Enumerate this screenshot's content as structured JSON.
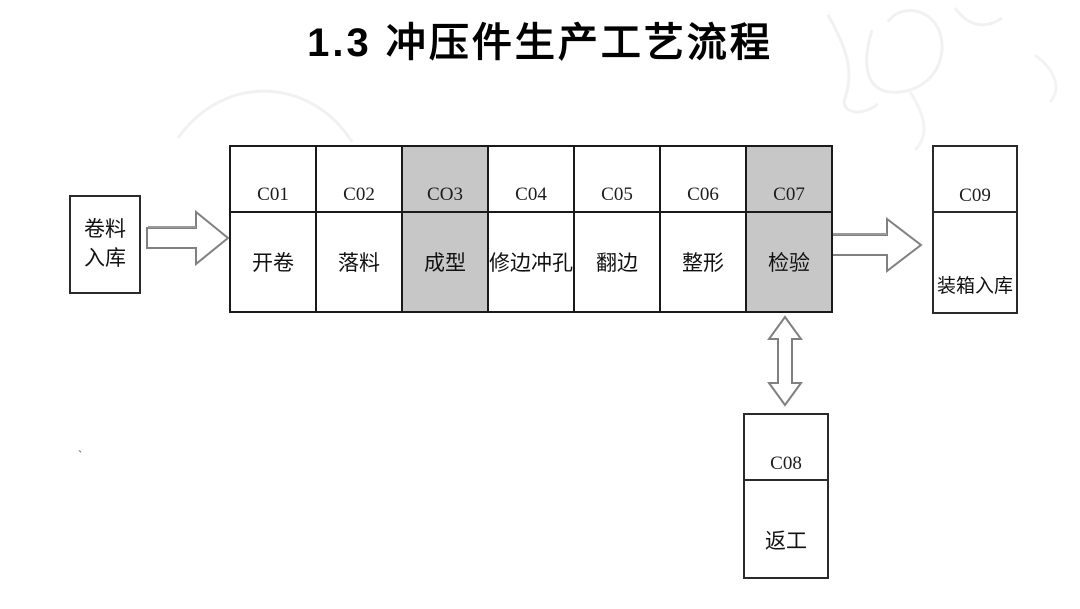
{
  "title": "1.3 冲压件生产工艺流程",
  "flow": {
    "start_box": {
      "lines": [
        "卷料",
        "入库"
      ]
    },
    "process_table": {
      "columns": [
        {
          "code": "C01",
          "name": "开卷",
          "highlighted": false
        },
        {
          "code": "C02",
          "name": "落料",
          "highlighted": false
        },
        {
          "code": "CO3",
          "name": "成型",
          "highlighted": true
        },
        {
          "code": "C04",
          "name": "修边冲孔",
          "highlighted": false
        },
        {
          "code": "C05",
          "name": "翻边",
          "highlighted": false
        },
        {
          "code": "C06",
          "name": "整形",
          "highlighted": false
        },
        {
          "code": "C07",
          "name": "检验",
          "highlighted": true
        }
      ]
    },
    "end_box": {
      "code": "C09",
      "name": "装箱入库"
    },
    "rework_box": {
      "code": "C08",
      "name": "返工"
    }
  },
  "colors": {
    "highlight": "#c7c7c7",
    "border": "#1a1a1a",
    "arrow_outline": "#808080"
  },
  "decor": {
    "tick": "`"
  }
}
